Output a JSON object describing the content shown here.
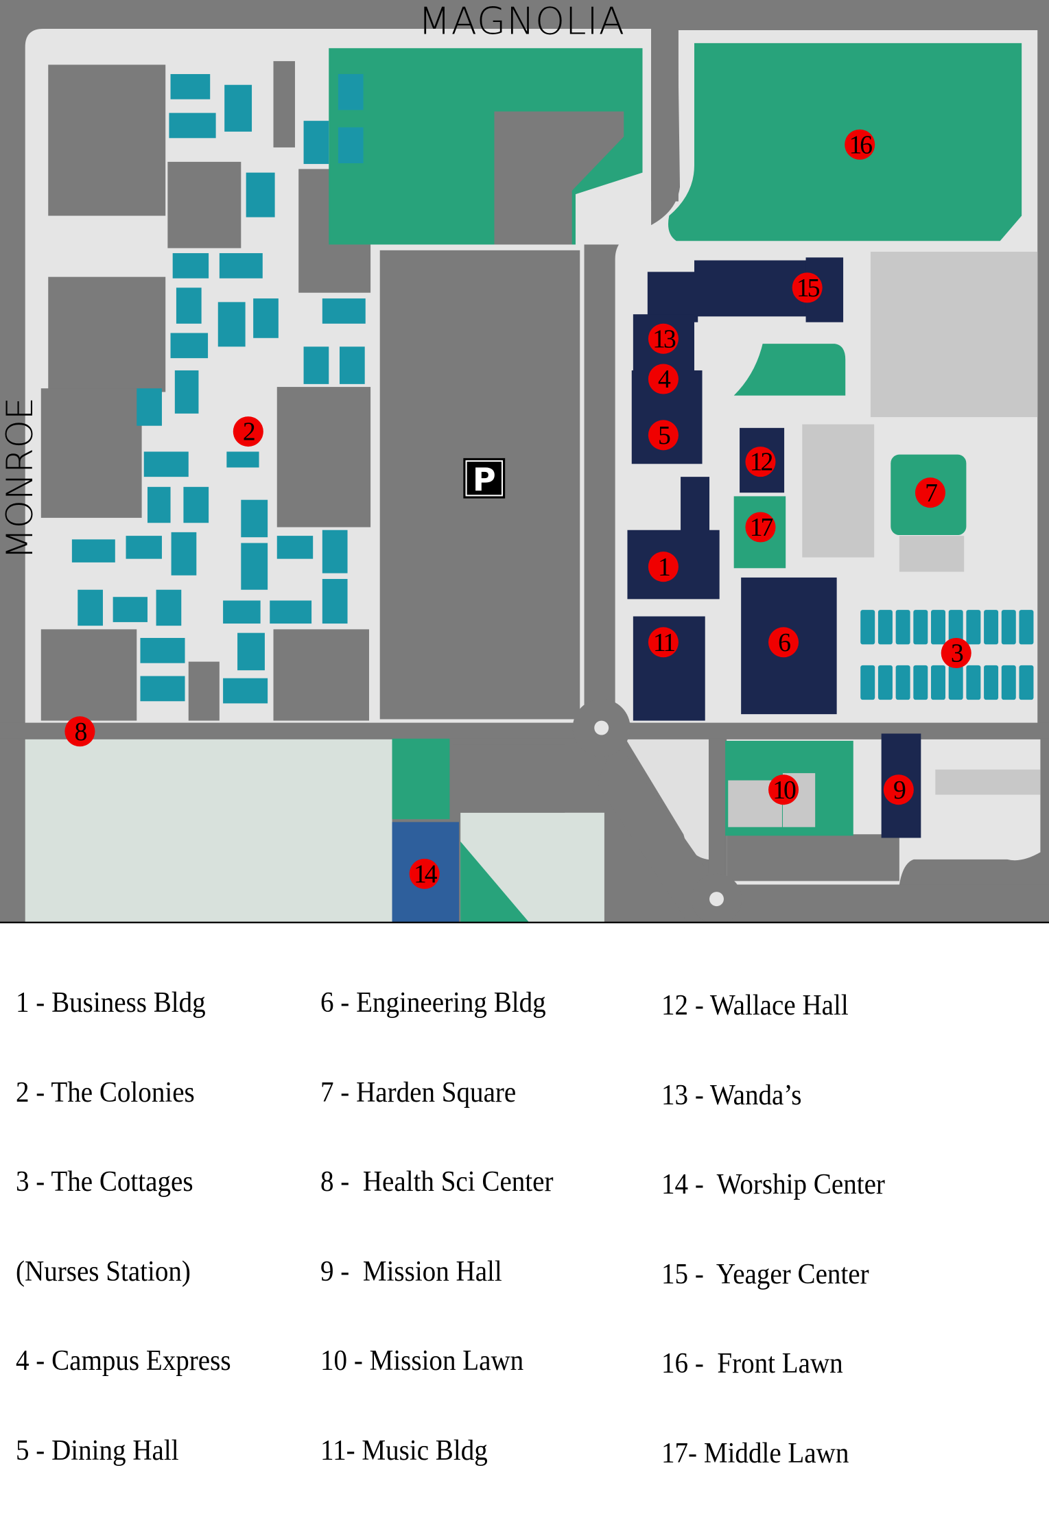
{
  "map": {
    "streets": {
      "top": "MAGNOLIA",
      "left": "MONROE"
    },
    "parking_label": "P",
    "markers": [
      "1",
      "2",
      "3",
      "4",
      "5",
      "6",
      "7",
      "8",
      "9",
      "10",
      "11",
      "12",
      "13",
      "14",
      "15",
      "16",
      "17"
    ],
    "colors": {
      "road": "#7b7b7b",
      "campus_ground": "#e5e5e5",
      "building_gray": "#7b7b7b",
      "residence_teal": "#1a96a8",
      "lawn_green": "#28a37b",
      "academic_navy": "#1b274f",
      "worship_blue": "#2e5f9c",
      "marker_red": "#f00000"
    }
  },
  "legend": {
    "columns": [
      [
        "1 - Business Bldg",
        "2 - The Colonies",
        "3 - The Cottages",
        "(Nurses Station)",
        "4 - Campus Express",
        "5 - Dining Hall"
      ],
      [
        "6 - Engineering Bldg",
        "7 - Harden Square",
        "8 -  Health Sci Center",
        "9 -  Mission Hall",
        "10 - Mission Lawn",
        "11- Music Bldg"
      ],
      [
        "12 - Wallace Hall",
        "13 - Wanda’s",
        "14 -  Worship Center",
        "15 -  Yeager Center",
        "16 -  Front Lawn",
        "17- Middle Lawn"
      ]
    ]
  }
}
